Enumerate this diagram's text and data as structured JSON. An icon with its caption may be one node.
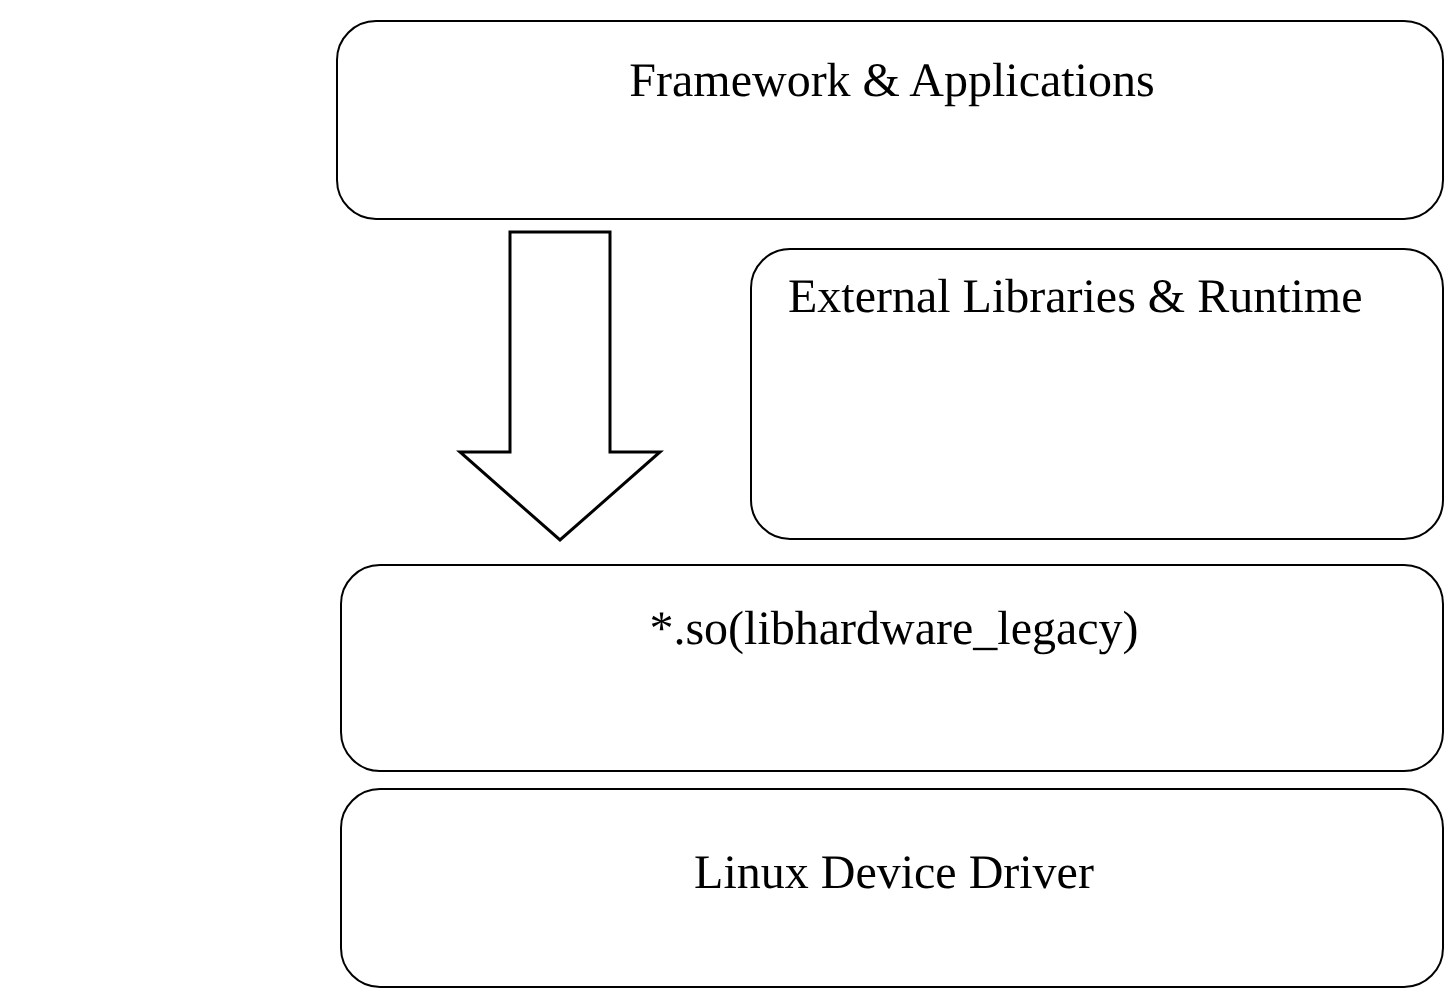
{
  "diagram": {
    "nodes": [
      {
        "text": [
          "Framework & Applications"
        ]
      },
      {
        "text": [
          "External Libraries & Runtime"
        ]
      },
      {
        "text": [
          "*.so(libhardware_legacy)"
        ]
      },
      {
        "text": [
          "Linux Device Driver"
        ]
      }
    ],
    "edges": [
      {
        "from": 0,
        "to": 2,
        "arrow": "to"
      }
    ]
  }
}
